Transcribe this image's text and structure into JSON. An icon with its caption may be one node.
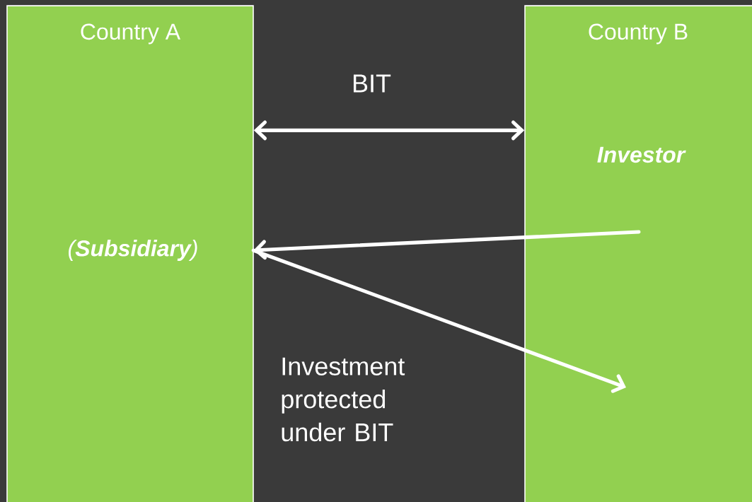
{
  "diagram": {
    "nodes": [
      {
        "text": [
          "Country A"
        ]
      },
      {
        "text": [
          "Country B"
        ]
      },
      {
        "text": [
          "(**Subsidiary**)"
        ],
        "in": 0
      },
      {
        "text": [
          "Investor"
        ],
        "in": 1
      }
    ],
    "edges": [
      {
        "from": 0,
        "to": 1,
        "arrow": "both"
      },
      {
        "from": null,
        "to": 2,
        "arrow": "to"
      },
      {
        "from": 2,
        "to": null,
        "arrow": "to"
      }
    ],
    "labels": [
      "BIT",
      "Investment protected under BIT"
    ]
  }
}
